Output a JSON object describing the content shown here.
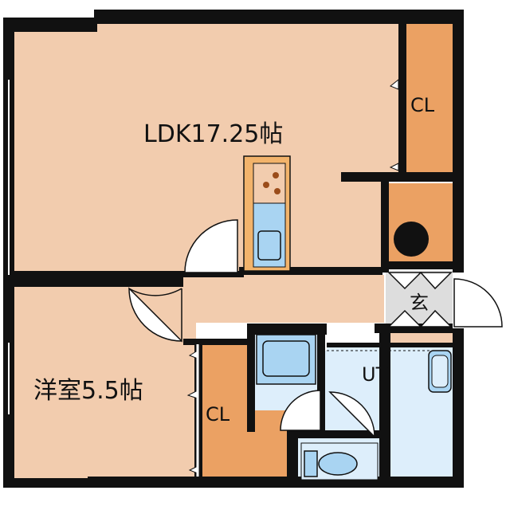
{
  "rooms": {
    "ldk": "LDK17.25帖",
    "bedroom": "洋室5.5帖",
    "closet_top": "CL",
    "closet_bottom": "CL",
    "utility": "UT",
    "entrance": "玄"
  },
  "colors": {
    "wall": "#111111",
    "room_floor": "#F2CCAE",
    "closet": "#EBA163",
    "wet_area": "#DDEEFB",
    "fixture_blue": "#A9D4F2",
    "entrance_floor": "#DDDDDD",
    "kitchen_counter": "#F2B36B"
  }
}
